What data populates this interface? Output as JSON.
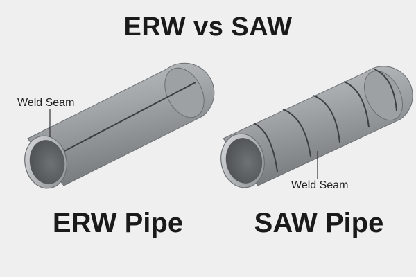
{
  "title": "ERW vs SAW",
  "erw": {
    "label": "ERW Pipe",
    "callout": "Weld Seam"
  },
  "saw": {
    "label": "SAW Pipe",
    "callout": "Weld Seam"
  },
  "colors": {
    "background": "#efefef",
    "pipe_light": "#b9bcbf",
    "pipe_mid": "#8f9396",
    "pipe_dark": "#5d6164",
    "seam": "#3c4043",
    "text": "#1a1a1a"
  }
}
